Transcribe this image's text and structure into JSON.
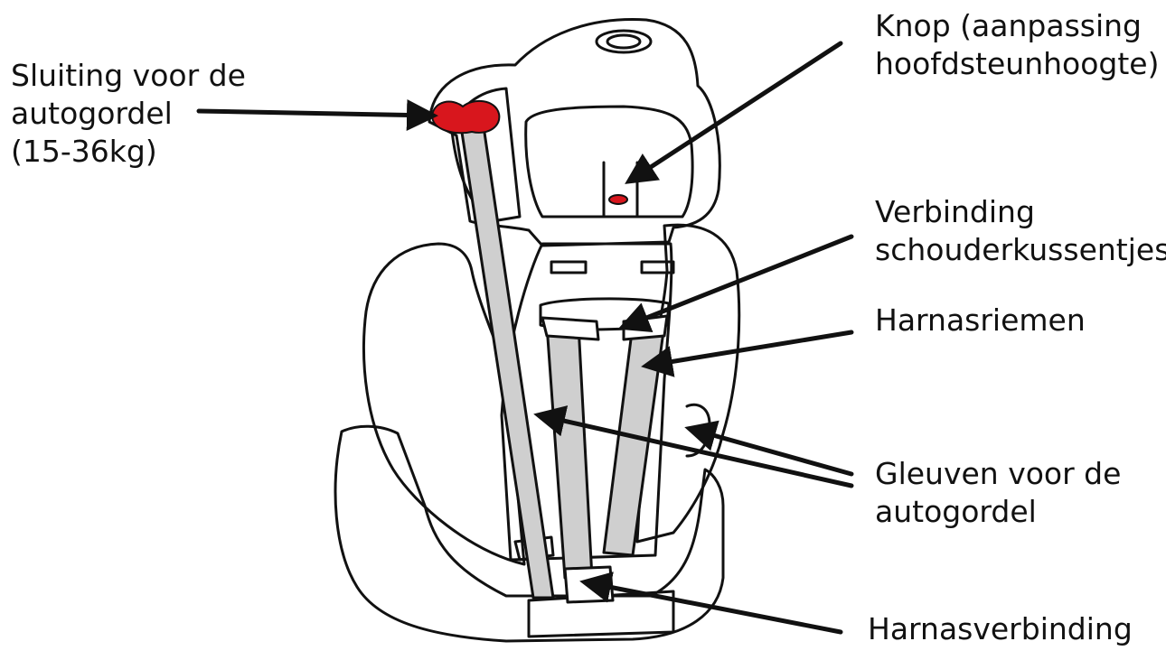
{
  "labels": {
    "belt_clip": [
      "Sluiting voor de",
      "autogordel",
      "(15-36kg)"
    ],
    "headrest_button": [
      "Knop (aanpassing",
      "hoofdsteunhoogte)"
    ],
    "shoulder_pad_connection": [
      "Verbinding",
      "schouderkussentjes"
    ],
    "harness_straps": [
      "Harnasriemen"
    ],
    "belt_guides": [
      "Gleuven voor de",
      "autogordel"
    ],
    "harness_buckle": [
      "Harnasverbinding"
    ]
  },
  "colors": {
    "line": "#111111",
    "strap_fill": "#cfcfcf",
    "accent_red": "#d8161d",
    "background": "#ffffff"
  },
  "icons": {
    "seat": "child-car-seat-illustration",
    "pointer": "arrow-icon"
  }
}
